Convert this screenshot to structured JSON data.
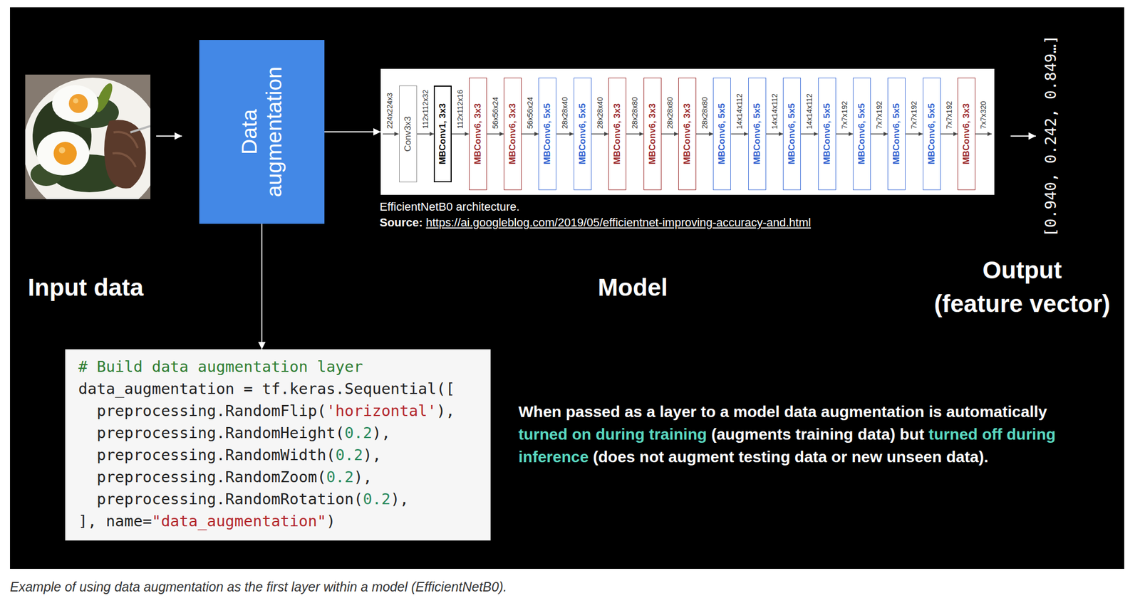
{
  "diagram": {
    "caption": "Example of using data augmentation as the first layer within a model (EfficientNetB0).",
    "nodes": [
      {
        "text": [
          "Data augmentation"
        ]
      },
      {
        "text": [
          "EfficientNetB0 architecture."
        ]
      },
      {
        "text": [
          "Conv3x3"
        ],
        "in": 1
      },
      {
        "text": [
          "MBConv1, 3x3"
        ],
        "in": 1
      },
      {
        "text": [
          "MBConv6, 3x3"
        ],
        "in": 1
      },
      {
        "text": [
          "MBConv6, 3x3"
        ],
        "in": 1
      },
      {
        "text": [
          "MBConv6, 5x5"
        ],
        "in": 1
      },
      {
        "text": [
          "MBConv6, 5x5"
        ],
        "in": 1
      },
      {
        "text": [
          "MBConv6, 3x3"
        ],
        "in": 1
      },
      {
        "text": [
          "MBConv6, 3x3"
        ],
        "in": 1
      },
      {
        "text": [
          "MBConv6, 3x3"
        ],
        "in": 1
      },
      {
        "text": [
          "MBConv6, 5x5"
        ],
        "in": 1
      },
      {
        "text": [
          "MBConv6, 5x5"
        ],
        "in": 1
      },
      {
        "text": [
          "MBConv6, 5x5"
        ],
        "in": 1
      },
      {
        "text": [
          "MBConv6, 5x5"
        ],
        "in": 1
      },
      {
        "text": [
          "MBConv6, 5x5"
        ],
        "in": 1
      },
      {
        "text": [
          "MBConv6, 5x5"
        ],
        "in": 1
      },
      {
        "text": [
          "MBConv6, 5x5"
        ],
        "in": 1
      },
      {
        "text": [
          "MBConv6, 3x3"
        ],
        "in": 1
      },
      {
        "text": [
          "# Build data augmentation layer",
          "data_augmentation = tf.keras.Sequential([",
          "  preprocessing.RandomFlip('horizontal'),",
          "  preprocessing.RandomHeight(0.2),",
          "  preprocessing.RandomWidth(0.2),",
          "  preprocessing.RandomZoom(0.2),",
          "  preprocessing.RandomRotation(0.2),",
          "], name=\"data_augmentation\")"
        ]
      }
    ],
    "edges": [
      {
        "from": 0,
        "to": 1,
        "arrow": "to"
      },
      {
        "from": 0,
        "to": 19,
        "arrow": "to"
      },
      {
        "from": 2,
        "to": 3,
        "label": "112x112x32",
        "arrow": "to"
      },
      {
        "from": 3,
        "to": 4,
        "label": "112x112x16",
        "arrow": "to"
      },
      {
        "from": 4,
        "to": 5,
        "label": "56x56x24",
        "arrow": "to"
      },
      {
        "from": 5,
        "to": 6,
        "label": "56x56x24",
        "arrow": "to"
      },
      {
        "from": 6,
        "to": 7,
        "label": "28x28x40",
        "arrow": "to"
      },
      {
        "from": 7,
        "to": 8,
        "label": "28x28x40",
        "arrow": "to"
      },
      {
        "from": 8,
        "to": 9,
        "label": "28x28x80",
        "arrow": "to"
      },
      {
        "from": 9,
        "to": 10,
        "label": "28x28x80",
        "arrow": "to"
      },
      {
        "from": 10,
        "to": 11,
        "label": "28x28x80",
        "arrow": "to"
      },
      {
        "from": 11,
        "to": 12,
        "label": "14x14x112",
        "arrow": "to"
      },
      {
        "from": 12,
        "to": 13,
        "label": "14x14x112",
        "arrow": "to"
      },
      {
        "from": 13,
        "to": 14,
        "label": "14x14x112",
        "arrow": "to"
      },
      {
        "from": 14,
        "to": 15,
        "label": "7x7x192",
        "arrow": "to"
      },
      {
        "from": 15,
        "to": 16,
        "label": "7x7x192",
        "arrow": "to"
      },
      {
        "from": 16,
        "to": 17,
        "label": "7x7x192",
        "arrow": "to"
      },
      {
        "from": 17,
        "to": 18,
        "label": "7x7x192",
        "arrow": "to"
      }
    ],
    "labels": [
      "224x224x3",
      "7x7x320",
      "Input data",
      "Model",
      "Output",
      "(feature vector)",
      "[0.940, 0.242, 0.849…]",
      "Source:",
      "https://ai.googleblog.com/2019/05/efficientnet-improving-accuracy-and.html",
      "When passed as a layer to a model data augmentation is automatically",
      "turned on during training",
      "(augments training data) but",
      "turned off during inference",
      "(does not augment testing data or new unseen data)."
    ]
  }
}
